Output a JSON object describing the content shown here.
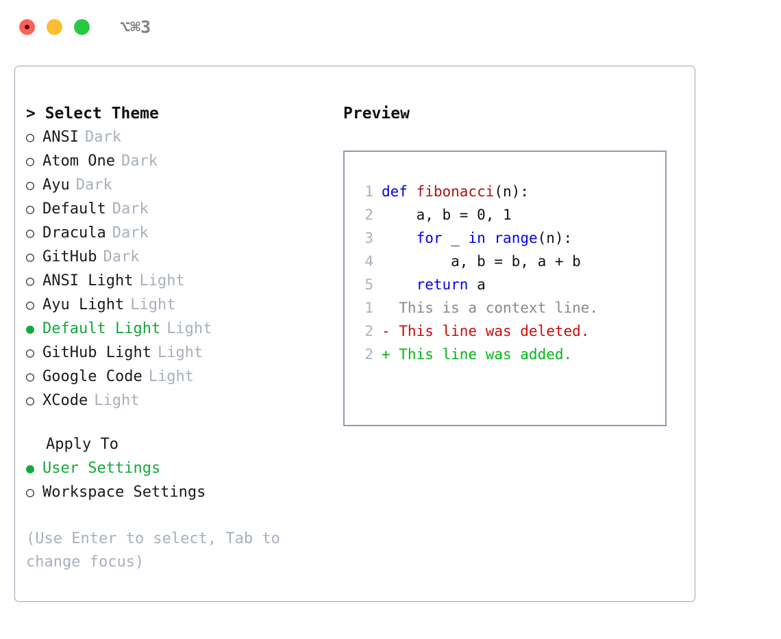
{
  "titlebar": {
    "shortcut": "⌥⌘3",
    "buttons": [
      "close",
      "minimize",
      "maximize"
    ]
  },
  "left": {
    "header": "> Select Theme",
    "bullet_on": "●",
    "bullet_off": "○",
    "themes": [
      {
        "name": "ANSI",
        "kind": "Dark",
        "selected": false
      },
      {
        "name": "Atom One",
        "kind": "Dark",
        "selected": false
      },
      {
        "name": "Ayu",
        "kind": "Dark",
        "selected": false
      },
      {
        "name": "Default",
        "kind": "Dark",
        "selected": false
      },
      {
        "name": "Dracula",
        "kind": "Dark",
        "selected": false
      },
      {
        "name": "GitHub",
        "kind": "Dark",
        "selected": false
      },
      {
        "name": "ANSI Light",
        "kind": "Light",
        "selected": false
      },
      {
        "name": "Ayu Light",
        "kind": "Light",
        "selected": false
      },
      {
        "name": "Default Light",
        "kind": "Light",
        "selected": true
      },
      {
        "name": "GitHub Light",
        "kind": "Light",
        "selected": false
      },
      {
        "name": "Google Code",
        "kind": "Light",
        "selected": false
      },
      {
        "name": "XCode",
        "kind": "Light",
        "selected": false
      }
    ],
    "apply_to": {
      "title": "Apply To",
      "options": [
        {
          "label": "User Settings",
          "selected": true
        },
        {
          "label": "Workspace Settings",
          "selected": false
        }
      ]
    },
    "hint": "(Use Enter to select, Tab to change focus)"
  },
  "right": {
    "header": "Preview",
    "code": [
      {
        "ln": "1",
        "tokens": [
          {
            "t": "def ",
            "c": "kw"
          },
          {
            "t": "fibonacci",
            "c": "fn"
          },
          {
            "t": "(n):",
            "c": "plain"
          }
        ]
      },
      {
        "ln": "2",
        "tokens": [
          {
            "t": "    a, b = 0, 1",
            "c": "plain"
          }
        ]
      },
      {
        "ln": "3",
        "tokens": [
          {
            "t": "    ",
            "c": "plain"
          },
          {
            "t": "for",
            "c": "kw"
          },
          {
            "t": " _ ",
            "c": "plain"
          },
          {
            "t": "in",
            "c": "kw"
          },
          {
            "t": " ",
            "c": "plain"
          },
          {
            "t": "range",
            "c": "kw"
          },
          {
            "t": "(n):",
            "c": "plain"
          }
        ]
      },
      {
        "ln": "4",
        "tokens": [
          {
            "t": "        a, b = b, a + b",
            "c": "plain"
          }
        ]
      },
      {
        "ln": "5",
        "tokens": [
          {
            "t": "    ",
            "c": "plain"
          },
          {
            "t": "return",
            "c": "kw"
          },
          {
            "t": " a",
            "c": "plain"
          }
        ]
      }
    ],
    "diff": [
      {
        "ln": "1",
        "marker": "  ",
        "text": "This is a context line.",
        "kind": "ctx"
      },
      {
        "ln": "2",
        "marker": "- ",
        "text": "This line was deleted.",
        "kind": "del"
      },
      {
        "ln": "2",
        "marker": "+ ",
        "text": "This line was added.",
        "kind": "add"
      }
    ]
  },
  "colors": {
    "accent_green": "#14a83a",
    "muted": "#a8b0bd",
    "border": "#9aa5b4",
    "keyword_blue": "#0000ee",
    "function_red": "#a81414",
    "diff_delete": "#cc0a0a",
    "diff_add": "#00b815"
  }
}
